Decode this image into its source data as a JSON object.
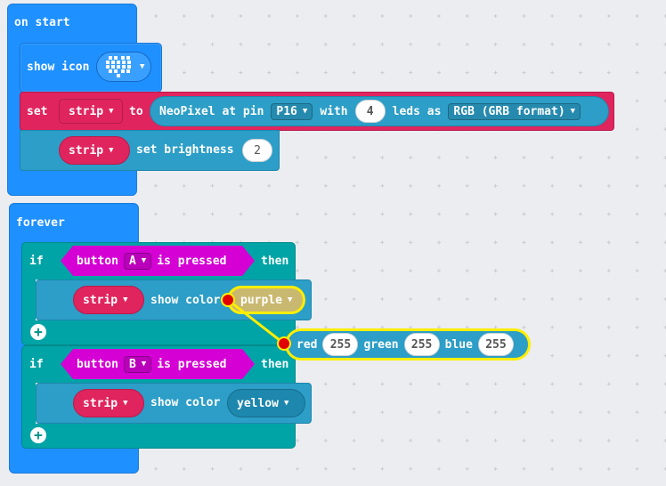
{
  "colors": {
    "basic": "#1e90ff",
    "neopixel": "#e0245e",
    "neopixel_light": "#2c9ec7",
    "logic": "#00a4a6",
    "input": "#d400d4",
    "highlight": "#ffee00"
  },
  "on_start": {
    "hat_label": "on start",
    "show_icon": {
      "label": "show icon",
      "icon": "heart-led-icon"
    },
    "set_strip": {
      "set_label": "set",
      "var": "strip",
      "to_label": "to",
      "neopixel_label": "NeoPixel at pin",
      "pin": "P16",
      "with_label": "with",
      "leds": "4",
      "leds_label": "leds as",
      "format": "RGB (GRB format)"
    },
    "brightness": {
      "var": "strip",
      "label": "set brightness",
      "value": "2"
    }
  },
  "forever": {
    "hat_label": "forever",
    "if1": {
      "if_label": "if",
      "button_label": "button",
      "button": "A",
      "pressed_label": "is pressed",
      "then_label": "then",
      "action": {
        "var": "strip",
        "label": "show color",
        "color": "purple"
      }
    },
    "if2": {
      "if_label": "if",
      "button_label": "button",
      "button": "B",
      "pressed_label": "is pressed",
      "then_label": "then",
      "action": {
        "var": "strip",
        "label": "show color",
        "color": "yellow"
      }
    }
  },
  "rgb_block": {
    "red_label": "red",
    "red": "255",
    "green_label": "green",
    "green": "255",
    "blue_label": "blue",
    "blue": "255"
  }
}
